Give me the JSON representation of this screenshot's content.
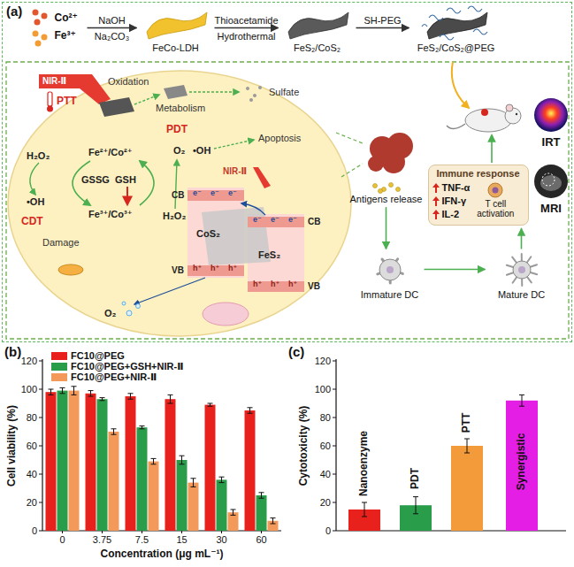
{
  "diagram": {
    "nodes": [
      {
        "text": [
          "(a)"
        ]
      },
      {
        "text": [
          "Co²⁺",
          "Fe³⁺"
        ],
        "in": 0
      },
      {
        "text": [
          "FeCo-LDH"
        ],
        "in": 0
      },
      {
        "text": [
          "FeS₂/CoS₂"
        ],
        "in": 0
      },
      {
        "text": [
          "FeS₂/CoS₂@PEG"
        ],
        "in": 0
      },
      {
        "text": [
          "Antigens release"
        ],
        "in": 0
      },
      {
        "text": [
          "Immature DC"
        ],
        "in": 0
      },
      {
        "text": [
          "Mature DC"
        ],
        "in": 0
      },
      {
        "text": [
          "Immune response",
          "TNF-α",
          "IFN-γ",
          "IL-2",
          "T cell activation"
        ],
        "in": 0
      }
    ],
    "edges": [
      {
        "from": 1,
        "to": 2,
        "label": "NaOH",
        "arrow": "to"
      },
      {
        "from": 2,
        "to": 3,
        "label": "Thioacetamide",
        "arrow": "to"
      },
      {
        "from": 3,
        "to": 4,
        "label": "SH-PEG",
        "arrow": "to"
      },
      {
        "from": 5,
        "to": 6,
        "arrow": "to"
      },
      {
        "from": 6,
        "to": 7,
        "arrow": "to"
      },
      {
        "from": 7,
        "to": 8,
        "arrow": "to"
      }
    ],
    "labels": [
      "Na₂CO₃",
      "Hydrothermal",
      "NIR-Ⅱ",
      "PTT",
      "Oxidation",
      "Metabolism",
      "Sulfate",
      "H₂O₂",
      "Fe²⁺/Co²⁺",
      "GSSG",
      "GSH",
      "•OH",
      "CDT",
      "Damage",
      "Fe³⁺/Co³⁺",
      "H₂O₂",
      "O₂",
      "PDT",
      "•OH",
      "Apoptosis",
      "NIR-Ⅱ",
      "CB",
      "VB",
      "CoS₂",
      "FeS₂",
      "CB",
      "VB",
      "e⁻",
      "e⁻",
      "e⁻",
      "e⁻",
      "e⁻",
      "e⁻",
      "h⁺",
      "h⁺",
      "h⁺",
      "h⁺",
      "h⁺",
      "h⁺",
      "O₂",
      "IRT",
      "MRI",
      "(b)",
      "Cell viability (%)",
      "0",
      "20",
      "40",
      "60",
      "80",
      "100",
      "120",
      "0",
      "3.75",
      "7.5",
      "15",
      "30",
      "60",
      "Concentration (μg mL⁻¹)",
      "(c)",
      "Cytotoxicity (%)",
      "0",
      "20",
      "40",
      "60",
      "80",
      "100",
      "120",
      "Nanoenzyme",
      "PDT",
      "PTT",
      "Synergistic"
    ],
    "legend": [
      {
        "text": "FC10@PEG",
        "color": "#e8211c"
      },
      {
        "text": "FC10@PEG+GSH+NIR-Ⅱ",
        "color": "#2a9d4b"
      },
      {
        "text": "FC10@PEG+NIR-Ⅱ",
        "color": "#f39a5a"
      }
    ]
  }
}
